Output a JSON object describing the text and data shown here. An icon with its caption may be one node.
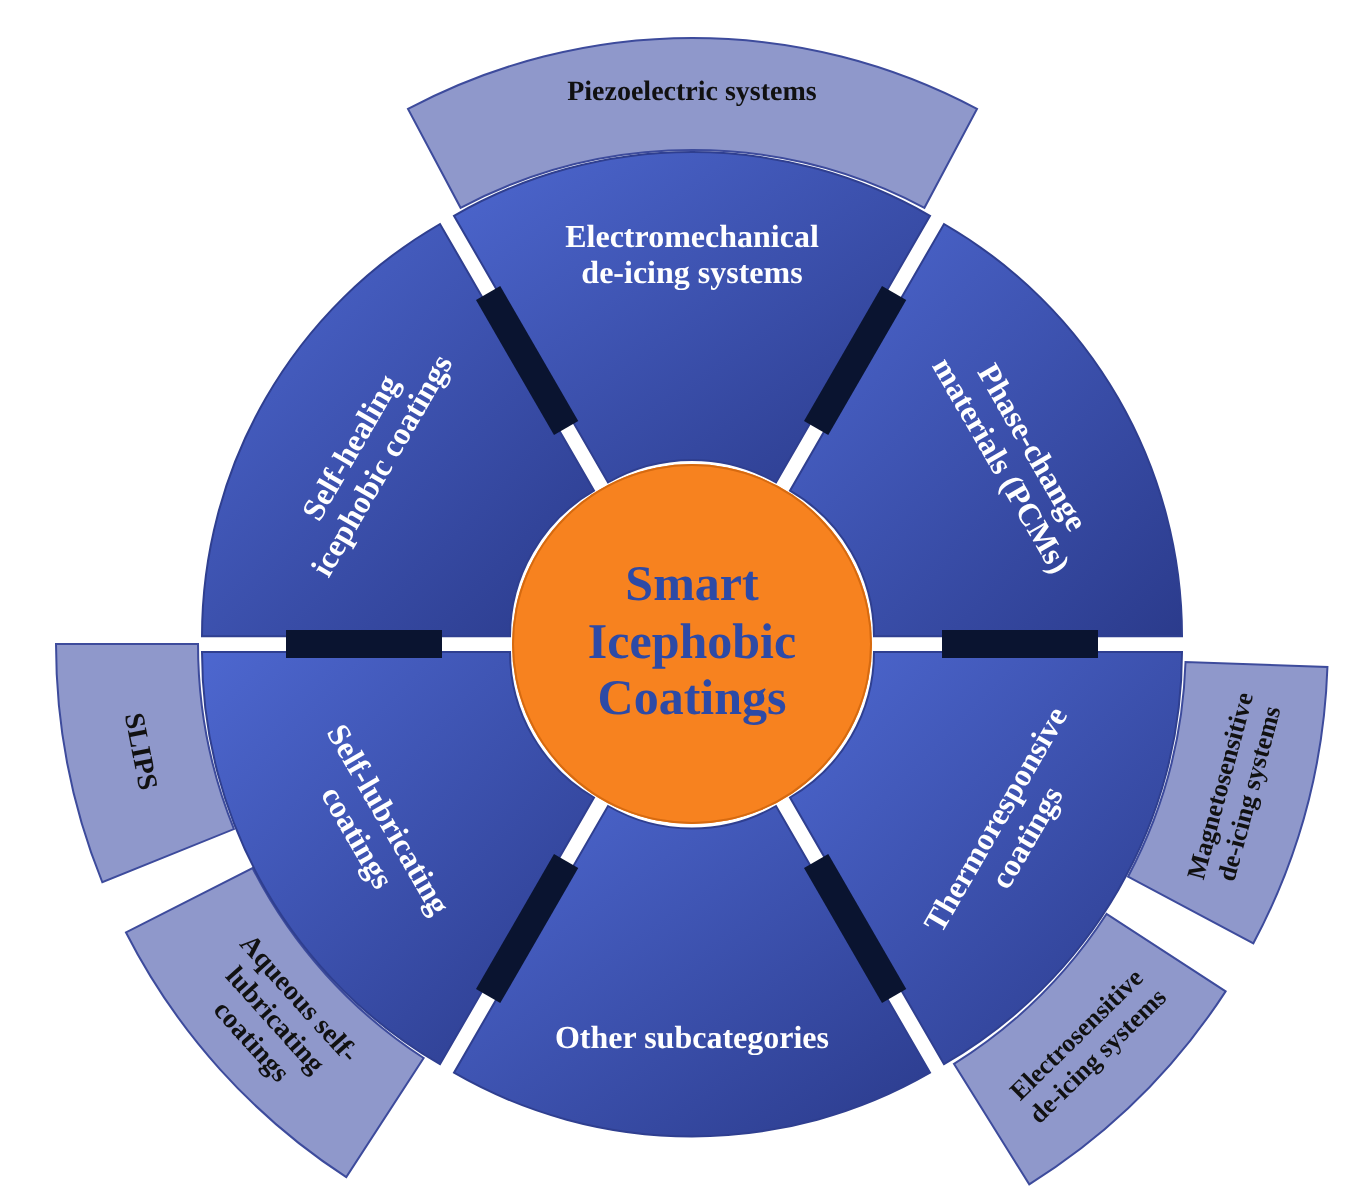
{
  "diagram": {
    "nodes": [
      {
        "text": [
          "Piezoelectric systems"
        ]
      },
      {
        "text": [
          "Electromechanical de-icing systems"
        ]
      },
      {
        "text": [
          "Self-healing icephobic coatings"
        ]
      },
      {
        "text": [
          "Phase-change materials (PCMs)"
        ]
      },
      {
        "text": [
          "Smart Icephobic Coatings"
        ]
      },
      {
        "text": [
          "SLIPS"
        ]
      },
      {
        "text": [
          "Self-lubricating coatings"
        ]
      },
      {
        "text": [
          "Thermoresponsive coatings"
        ]
      },
      {
        "text": [
          "Magnetosensitive de-icing systems"
        ]
      },
      {
        "text": [
          "Aqueous self-lubricating coatings"
        ]
      },
      {
        "text": [
          "Electrosensitive de-icing systems"
        ]
      },
      {
        "text": [
          "Other subcategories"
        ]
      },
      {
        "text": [],
        "shape": "bar"
      },
      {
        "text": [],
        "shape": "bar"
      },
      {
        "text": [],
        "shape": "bar"
      },
      {
        "text": [],
        "shape": "bar"
      },
      {
        "text": [],
        "shape": "bar"
      },
      {
        "text": [],
        "shape": "bar"
      }
    ]
  }
}
